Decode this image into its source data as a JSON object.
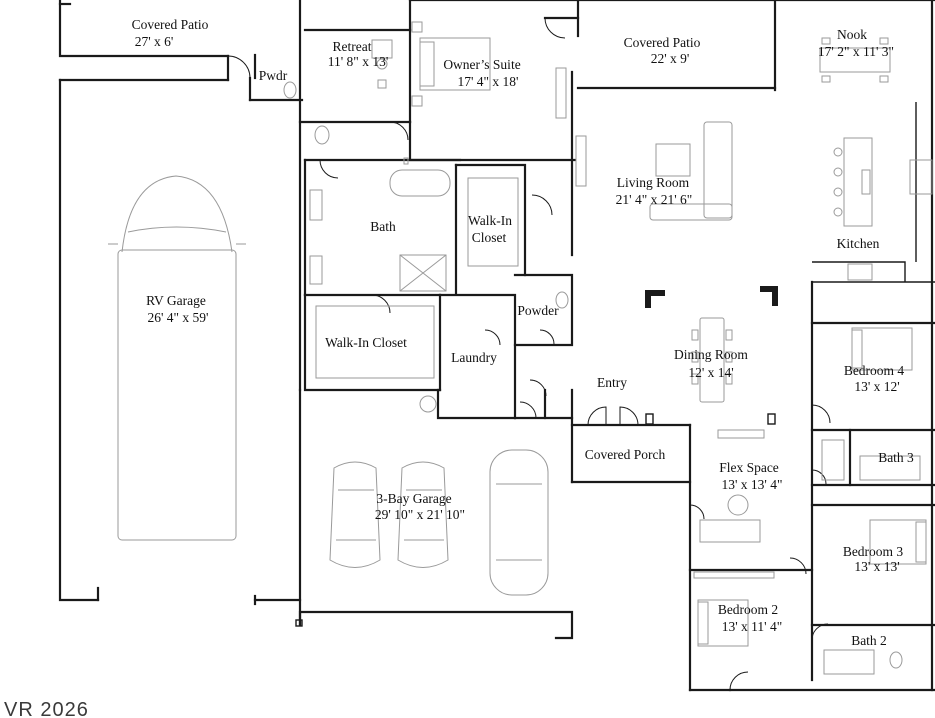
{
  "rooms": {
    "covered_patio_1": {
      "name": "Covered Patio",
      "dims": "27' x 6'"
    },
    "retreat": {
      "name": "Retreat",
      "dims": "11' 8\" x 13'"
    },
    "pwdr": {
      "name": "Pwdr"
    },
    "owners_suite": {
      "name": "Owner’s Suite",
      "dims": "17' 4\" x 18'"
    },
    "covered_patio_2": {
      "name": "Covered Patio",
      "dims": "22' x 9'"
    },
    "nook": {
      "name": "Nook",
      "dims": "17' 2\" x 11' 3\""
    },
    "bath": {
      "name": "Bath"
    },
    "walk_in_closet_1": {
      "name_line1": "Walk-In",
      "name_line2": "Closet"
    },
    "living_room": {
      "name": "Living Room",
      "dims": "21' 4\" x 21' 6\""
    },
    "kitchen": {
      "name": "Kitchen"
    },
    "rv_garage": {
      "name": "RV Garage",
      "dims": "26' 4\" x 59'"
    },
    "powder": {
      "name": "Powder"
    },
    "walk_in_closet_2": {
      "name": "Walk-In Closet"
    },
    "laundry": {
      "name": "Laundry"
    },
    "dining_room": {
      "name": "Dining Room",
      "dims": "12' x 14'"
    },
    "bedroom_4": {
      "name": "Bedroom 4",
      "dims": "13' x 12'"
    },
    "entry": {
      "name": "Entry"
    },
    "covered_porch": {
      "name": "Covered Porch"
    },
    "bath_3": {
      "name": "Bath 3"
    },
    "flex_space": {
      "name": "Flex Space",
      "dims": "13' x 13' 4\""
    },
    "garage_3bay": {
      "name": "3-Bay Garage",
      "dims": "29' 10\" x 21' 10\""
    },
    "bedroom_3": {
      "name": "Bedroom 3",
      "dims": "13' x 13'"
    },
    "bedroom_2": {
      "name": "Bedroom 2",
      "dims": "13' x 11' 4\""
    },
    "bath_2": {
      "name": "Bath 2"
    }
  },
  "watermark": "VR 2026",
  "colors": {
    "wall": "#1a1a1a",
    "fixture": "#9a9a9a",
    "background": "#ffffff"
  }
}
